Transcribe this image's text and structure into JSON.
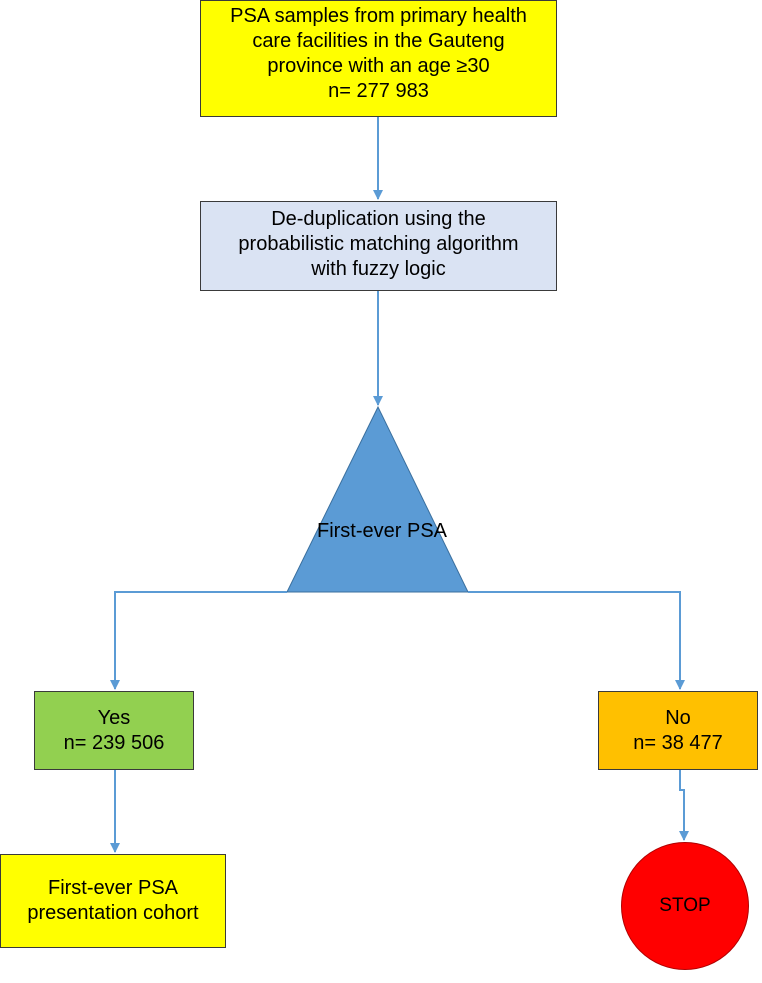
{
  "colors": {
    "yellow": "#ffff00",
    "lavender": "#dae3f3",
    "triangle_blue": "#5b9bd5",
    "green": "#92d050",
    "orange": "#ffc000",
    "red": "#ff0000",
    "connector": "#5b9bd5"
  },
  "nodes": {
    "psa_samples": {
      "lines": [
        "PSA samples from primary health",
        "care facilities in the Gauteng",
        "province with an age ≥30",
        "n= 277 983"
      ]
    },
    "deduplication": {
      "lines": [
        "De-duplication using the",
        "probabilistic matching algorithm",
        "with fuzzy logic"
      ]
    },
    "decision": {
      "label": "First-ever PSA"
    },
    "yes": {
      "lines": [
        "Yes",
        "n= 239 506"
      ]
    },
    "no": {
      "lines": [
        "No",
        "n= 38 477"
      ]
    },
    "cohort": {
      "lines": [
        "First-ever PSA",
        "presentation cohort"
      ]
    },
    "stop": {
      "label": "STOP"
    }
  }
}
